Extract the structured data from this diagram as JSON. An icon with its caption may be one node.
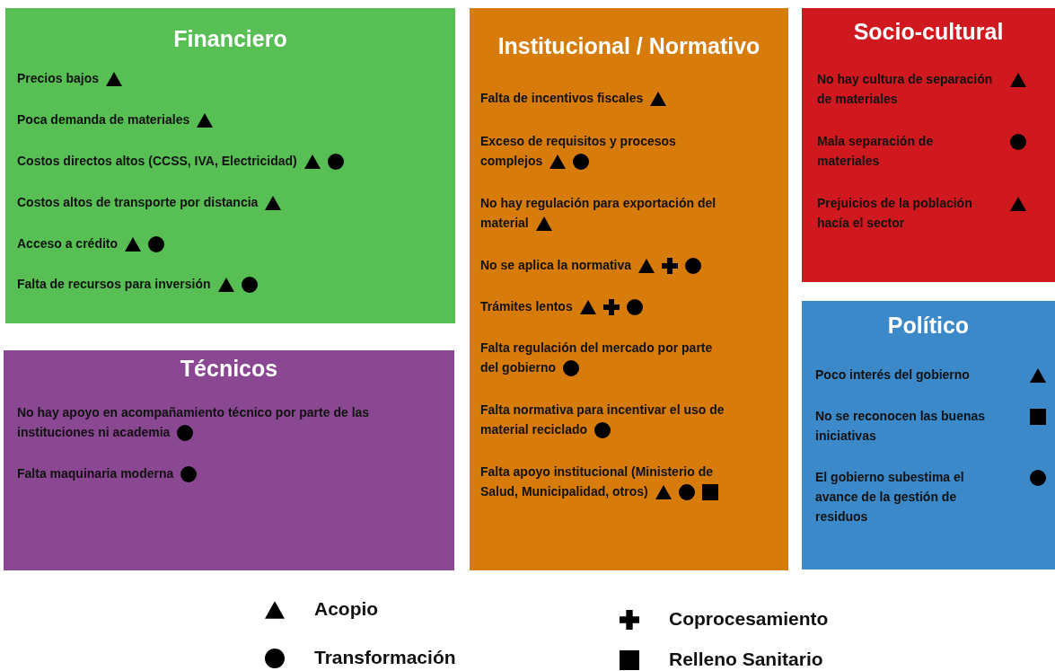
{
  "diagram": {
    "nodes": [
      {
        "text": [
          "Financiero",
          "Precios bajos",
          "Poca demanda de materiales",
          "Costos directos altos (CCSS, IVA, Electricidad)",
          "Costos altos de transporte por distancia",
          "Acceso a crédito",
          "Falta de recursos para inversión"
        ]
      },
      {
        "text": [
          "Técnicos",
          "No hay apoyo en acompañamiento técnico por parte de las instituciones ni academia",
          "Falta maquinaria moderna"
        ]
      },
      {
        "text": [
          "Institucional / Normativo",
          "Falta de incentivos fiscales",
          "Exceso de requisitos y procesos complejos",
          "No hay regulación para exportación del material",
          "No se aplica la normativa",
          "Trámites lentos",
          "Falta regulación del mercado por parte del gobierno",
          "Falta normativa para incentivar el uso de material reciclado",
          "Falta apoyo institucional (Ministerio de Salud, Municipalidad, otros)"
        ]
      },
      {
        "text": [
          "Socio-cultural",
          "No hay cultura de separación de materiales",
          "Mala separación de materiales",
          "Prejuicios de la población hacía el sector"
        ]
      },
      {
        "text": [
          "Político",
          "Poco interés del gobierno",
          "No se reconocen las buenas iniciativas",
          "El gobierno subestima el avance de la gestión de residuos"
        ]
      }
    ],
    "legend": [
      {
        "text": "Acopio"
      },
      {
        "text": "Transformación"
      },
      {
        "text": "Coprocesamiento"
      },
      {
        "text": "Relleno Sanitario"
      }
    ]
  }
}
